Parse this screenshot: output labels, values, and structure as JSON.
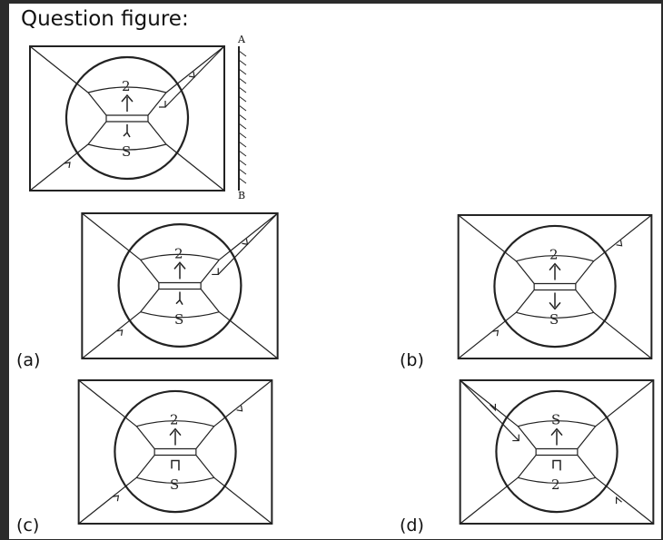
{
  "title": "Question figure:",
  "mirror_labels": {
    "top": "A",
    "bottom": "B"
  },
  "options": [
    {
      "label": "(a)"
    },
    {
      "label": "(b)"
    },
    {
      "label": "(c)"
    },
    {
      "label": "(d)"
    }
  ]
}
